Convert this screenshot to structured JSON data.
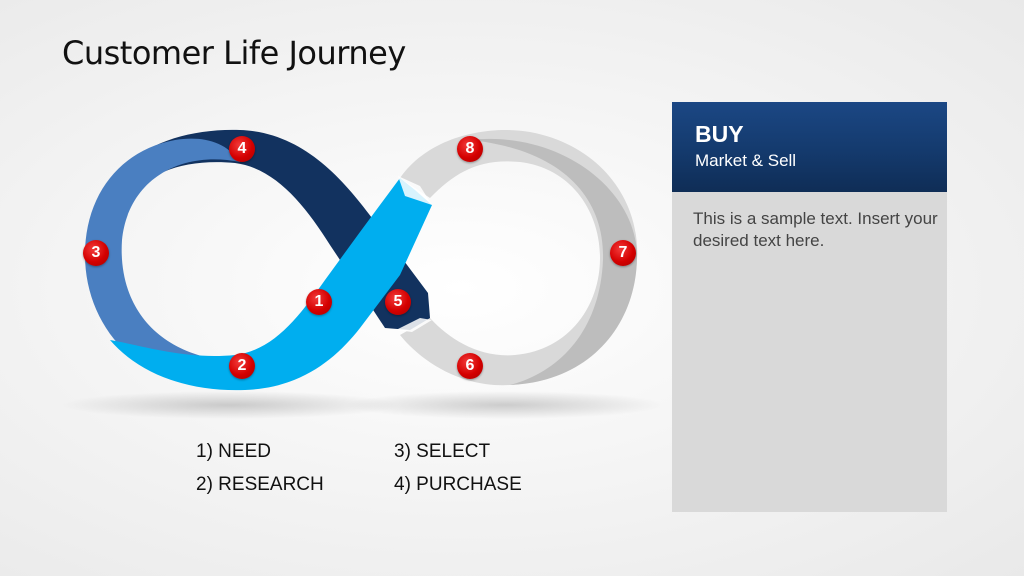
{
  "slide": {
    "title": "Customer Life Journey"
  },
  "diagram": {
    "type": "infinity-loop",
    "colors": {
      "dark_navy": "#12325f",
      "mid_blue": "#4a7fc1",
      "bright_blue": "#00aeef",
      "light_gray": "#d9d9d9",
      "mid_gray": "#bcbcbc",
      "badge_red": "#d40000"
    },
    "steps": [
      {
        "label": "1"
      },
      {
        "label": "2"
      },
      {
        "label": "3"
      },
      {
        "label": "4"
      },
      {
        "label": "5"
      },
      {
        "label": "6"
      },
      {
        "label": "7"
      },
      {
        "label": "8"
      }
    ]
  },
  "legend": {
    "items": [
      {
        "label": "1) NEED"
      },
      {
        "label": "2) RESEARCH"
      },
      {
        "label": "3) SELECT"
      },
      {
        "label": "4) PURCHASE"
      }
    ]
  },
  "panel": {
    "title": "BUY",
    "subtitle": "Market & Sell",
    "body": "This is a sample text. Insert your desired text here."
  }
}
